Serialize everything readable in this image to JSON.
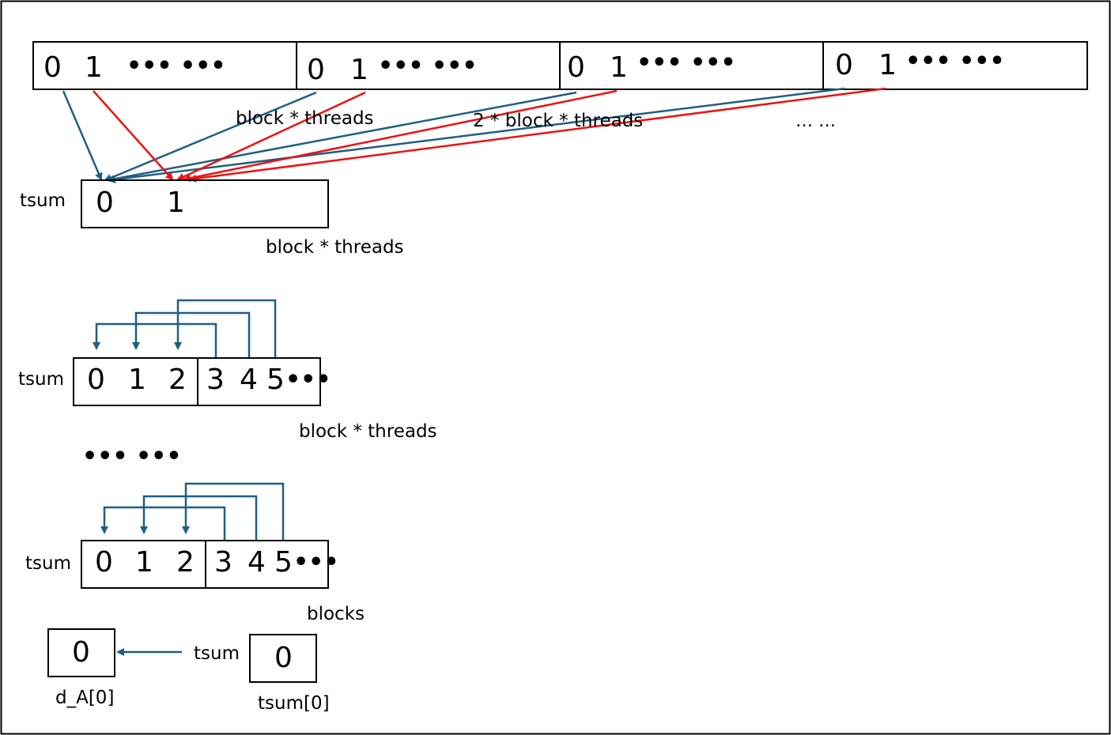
{
  "top_array": {
    "segments": [
      {
        "a": "0",
        "b": "1",
        "dots": "••• •••"
      },
      {
        "a": "0",
        "b": "1",
        "dots": "••• •••"
      },
      {
        "a": "0",
        "b": "1",
        "dots": "••• •••"
      },
      {
        "a": "0",
        "b": "1",
        "dots": "••• •••"
      }
    ],
    "labels": {
      "stride1": "block * threads",
      "stride2": "2 * block * threads",
      "more": "… …"
    }
  },
  "tsum1": {
    "name": "tsum",
    "cells": [
      "0",
      "1"
    ],
    "size_label": "block * threads"
  },
  "tsum2": {
    "name": "tsum",
    "cells": [
      "0",
      "1",
      "2",
      "3",
      "4",
      "5"
    ],
    "trail": "•••",
    "size_label": "block * threads"
  },
  "middle_dots": "••• •••",
  "tsum3": {
    "name": "tsum",
    "cells": [
      "0",
      "1",
      "2",
      "3",
      "4",
      "5"
    ],
    "trail": "•••",
    "size_label": "blocks"
  },
  "final": {
    "dest_value": "0",
    "dest_label": "d_A[0]",
    "src_name": "tsum",
    "src_value": "0",
    "src_label": "tsum[0]"
  },
  "colors": {
    "blue_arrow": "#1f5f82",
    "red_arrow": "#ee1111",
    "border": "#000000"
  }
}
